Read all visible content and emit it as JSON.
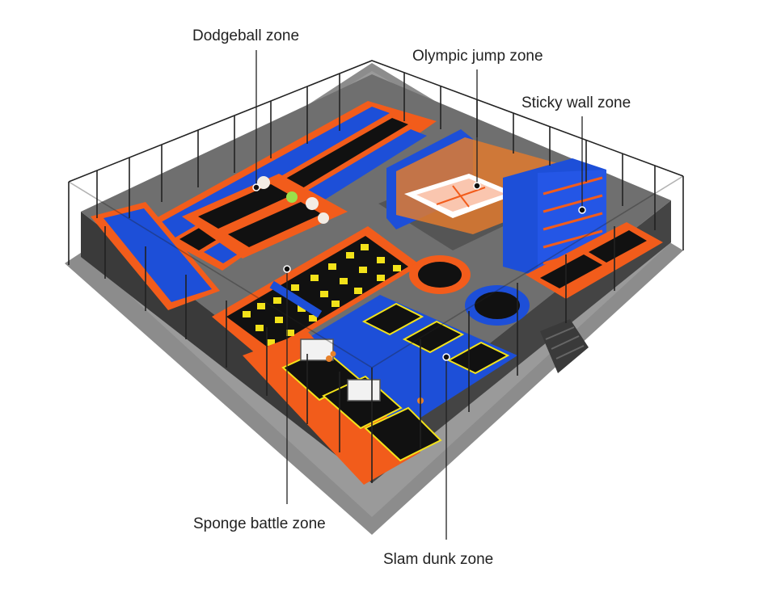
{
  "labels": {
    "dodgeball": "Dodgeball zone",
    "olympic": "Olympic jump zone",
    "sticky": "Sticky wall zone",
    "sponge": "Sponge battle zone",
    "slam": "Slam dunk zone"
  },
  "colors": {
    "floor": "#8c8c8c",
    "wall_dark": "#3a3a3a",
    "platform_gray": "#6f6f6f",
    "orange": "#f25c1b",
    "blue": "#1d4fd8",
    "mat_black": "#111111",
    "foam_yellow": "#f2e21a",
    "net_frame": "#222222",
    "leader_line": "#222222"
  }
}
